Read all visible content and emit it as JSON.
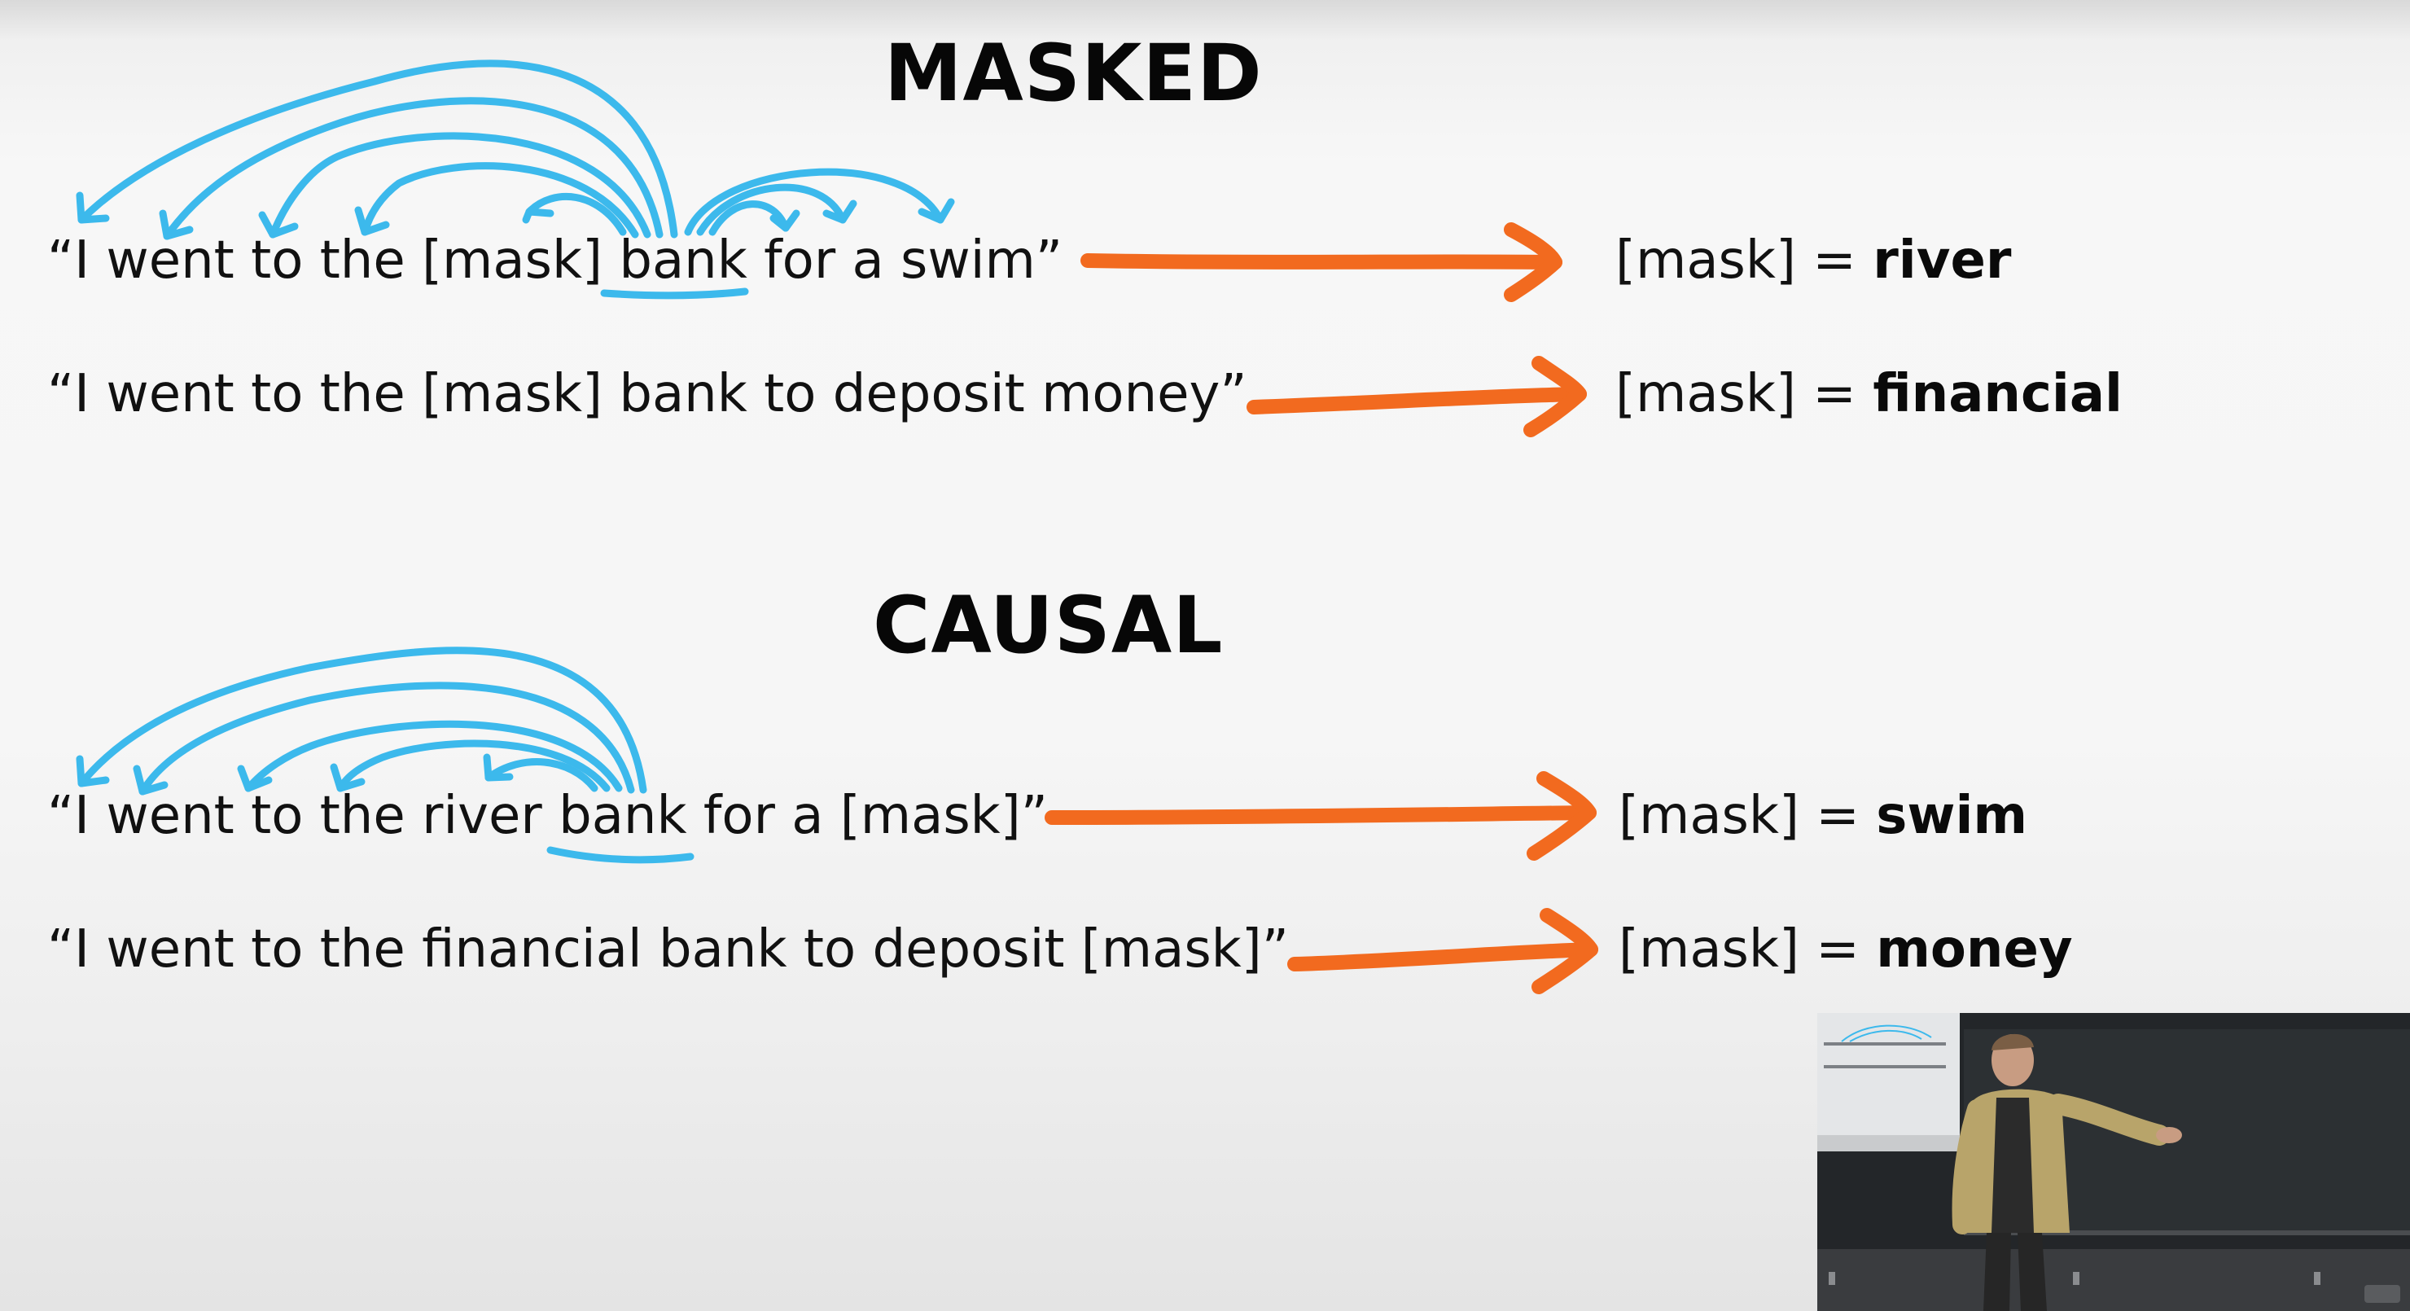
{
  "slide": {
    "masked": {
      "heading": "MASKED",
      "rows": [
        {
          "sentence": "“I went to the [mask] bank for a swim”",
          "result_label": "[mask] =",
          "result_value": "river"
        },
        {
          "sentence": "“I went to the [mask] bank to deposit money”",
          "result_label": "[mask] =",
          "result_value": "financial"
        }
      ]
    },
    "causal": {
      "heading": "CAUSAL",
      "rows": [
        {
          "sentence": "“I went to the river bank for a [mask]”",
          "result_label": "[mask] =",
          "result_value": "swim"
        },
        {
          "sentence": "“I went to the financial bank to deposit [mask]”",
          "result_label": "[mask] =",
          "result_value": "money"
        }
      ]
    }
  },
  "annotations": {
    "attention_arc_color": "#3cb9ec",
    "arrow_color": "#f26a1f"
  },
  "video_inset": {
    "description_icon": "presenter-video"
  }
}
